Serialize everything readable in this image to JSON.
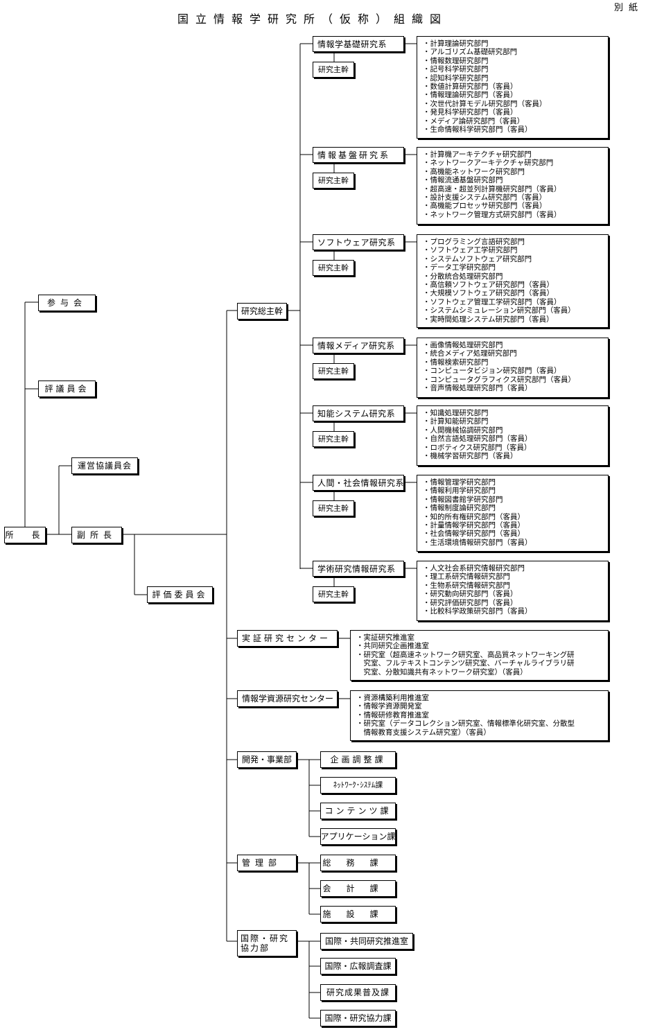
{
  "title": "国立情報学研究所（仮称）組織図",
  "annex": "別紙",
  "top": {
    "director": "所　長",
    "vice_director": "副所長",
    "advisory": "参与会",
    "council": "評議員会",
    "steering": "運営協議員会",
    "evaluation": "評価委員会",
    "research_director": "研究総主幹"
  },
  "supervisor": "研究主幹",
  "divisions": [
    {
      "name": "情報学基礎研究系",
      "items": [
        "計算理論研究部門",
        "アルゴリズム基礎研究部門",
        "情報数理研究部門",
        "記号科学研究部門",
        "認知科学研究部門",
        "数値計算研究部門（客員）",
        "情報理論研究部門（客員）",
        "次世代計算モデル研究部門（客員）",
        "発見科学研究部門（客員）",
        "メディア論研究部門（客員）",
        "生命情報科学研究部門（客員）"
      ]
    },
    {
      "name": "情報基盤研究系",
      "items": [
        "計算機アーキテクチャ研究部門",
        "ネットワークアーキテクチャ研究部門",
        "高機能ネットワーク研究部門",
        "情報流通基盤研究部門",
        "超高速・超並列計算機研究部門（客員）",
        "設計支援システム研究部門（客員）",
        "高機能プロセッサ研究部門（客員）",
        "ネットワーク管理方式研究部門（客員）"
      ]
    },
    {
      "name": "ソフトウェア研究系",
      "items": [
        "プログラミング言語研究部門",
        "ソフトウェア工学研究部門",
        "システムソフトウェア研究部門",
        "データ工学研究部門",
        "分散統合処理研究部門",
        "高信頼ソフトウェア研究部門（客員）",
        "大規模ソフトウェア研究部門（客員）",
        "ソフトウェア管理工学研究部門（客員）",
        "システムシミュレーション研究部門（客員）",
        "実時間処理システム研究部門（客員）"
      ]
    },
    {
      "name": "情報メディア研究系",
      "items": [
        "画像情報処理研究部門",
        "統合メディア処理研究部門",
        "情報検索研究部門",
        "コンピュータビジョン研究部門（客員）",
        "コンピュータグラフィクス研究部門（客員）",
        "音声情報処理研究部門（客員）"
      ]
    },
    {
      "name": "知能システム研究系",
      "items": [
        "知識処理研究部門",
        "計算知能研究部門",
        "人間機械協調研究部門",
        "自然言語処理研究部門（客員）",
        "ロボティクス研究部門（客員）",
        "機械学習研究部門（客員）"
      ]
    },
    {
      "name": "人間・社会情報研究系",
      "items": [
        "情報管理学研究部門",
        "情報利用学研究部門",
        "情報図書館学研究部門",
        "情報制度論研究部門",
        "知的所有権研究部門（客員）",
        "計量情報学研究部門（客員）",
        "社会情報学研究部門（客員）",
        "生活環境情報研究部門（客員）"
      ]
    },
    {
      "name": "学術研究情報研究系",
      "items": [
        "人文社会系研究情報研究部門",
        "理工系研究情報研究部門",
        "生物系研究情報研究部門",
        "研究動向研究部門（客員）",
        "研究評価研究部門（客員）",
        "比較科学政策研究部門（客員）"
      ]
    }
  ],
  "centers": [
    {
      "name": "実証研究センター",
      "items": [
        "実証研究推進室",
        "共同研究企画推進室",
        "研究室（超高速ネットワーク研究室、高品質ネットワーキング研",
        "　究室、フルテキストコンテンツ研究室、バーチャルライブラリ研",
        "　究室、分散知識共有ネットワーク研究室）（客員）"
      ]
    },
    {
      "name": "情報学資源研究センター",
      "items": [
        "資源構築利用推進室",
        "情報学資源開発室",
        "情報研修教育推進室",
        "研究室（データコレクション研究室、情報標準化研究室、分散型",
        "　情報教育支援システム研究室）（客員）"
      ]
    }
  ],
  "departments": [
    {
      "name": "開発・事業部",
      "sections": [
        "企画調整課",
        "ﾈｯﾄﾜｰｸ･ｼｽﾃﾑ課",
        "コンテンツ課",
        "アプリケーション課"
      ]
    },
    {
      "name": "管理部",
      "sections": [
        "総務課",
        "会計課",
        "施設課"
      ]
    },
    {
      "name": "国際・研究\n協力部",
      "sections": [
        "国際・共同研究推進室",
        "国際・広報調査課",
        "研究成果普及課",
        "国際・研究協力課"
      ]
    }
  ]
}
